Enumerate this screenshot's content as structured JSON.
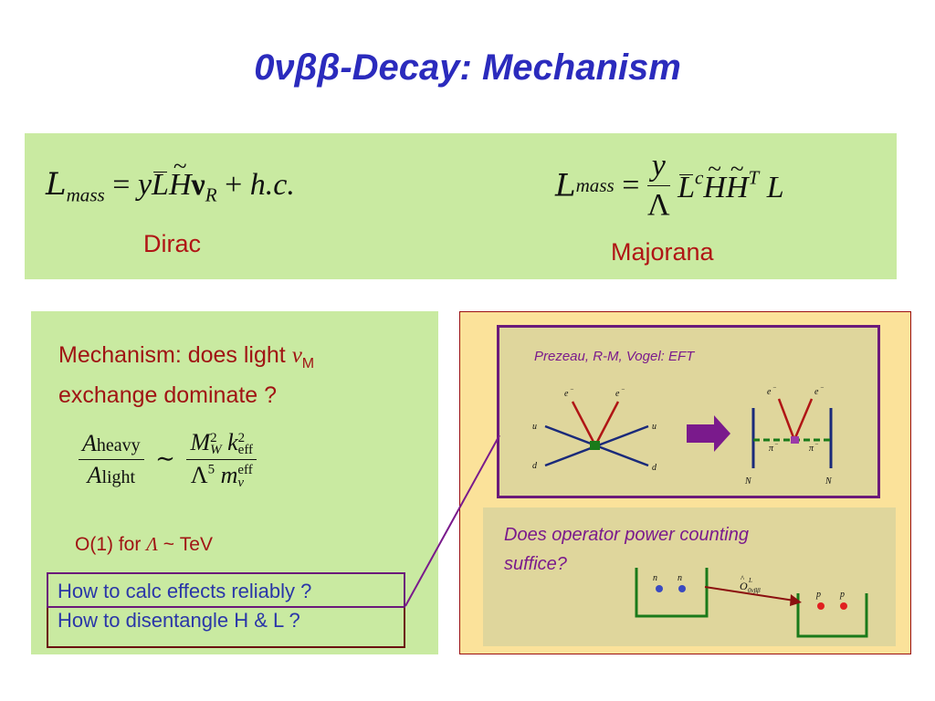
{
  "slide": {
    "title": "0νββ-Decay: Mechanism",
    "top_panel": {
      "dirac_label": "Dirac",
      "majorana_label": "Majorana",
      "dirac_equation": {
        "lhs": "L",
        "lhs_sub": "mass",
        "equals": "=",
        "y": "y",
        "L_bar": "L",
        "H_tilde": "H",
        "nu": "ν",
        "nu_sub": "R",
        "plus": "+",
        "hc": "h.c."
      },
      "majorana_equation": {
        "lhs": "L",
        "lhs_sub": "mass",
        "equals": "=",
        "frac_num": "y",
        "frac_den": "Λ",
        "L_bar": "L",
        "L_sup": "c",
        "H_tilde": "H",
        "H_tilde2": "H",
        "H_sup": "T",
        "L_end": "L"
      }
    },
    "left_panel": {
      "mechanism_line1": "Mechanism: does light ",
      "nu_symbol": "ν",
      "nu_sub": "M",
      "mechanism_line2": "exchange dominate ?",
      "ratio": {
        "num_A": "A",
        "num_sub": "heavy",
        "den_A": "A",
        "den_sub": "light",
        "sim": "∼",
        "rhs_num_M": "M",
        "rhs_num_M_sup": "2",
        "rhs_num_M_sub": "W",
        "rhs_num_k": "k",
        "rhs_num_k_sup": "2",
        "rhs_num_k_sub": "eff",
        "rhs_den_L": "Λ",
        "rhs_den_L_sup": "5",
        "rhs_den_m": "m",
        "rhs_den_m_sup": "eff",
        "rhs_den_m_sub": "ν"
      },
      "o1_prefix": "O(1) for ",
      "o1_lambda": "Λ",
      "o1_suffix": " ~ TeV",
      "question1": "How to calc effects reliably ?",
      "question2": "How to disentangle H & L ?"
    },
    "right_panel": {
      "eft_caption": "Prezeau, R-M, Vogel: EFT",
      "diagram_labels": {
        "e1": "e",
        "e2": "e",
        "e_sup": "−",
        "u1": "u",
        "u2": "u",
        "d1": "d",
        "d2": "d",
        "e3": "e",
        "e4": "e",
        "pi1": "π",
        "pi2": "π",
        "pi_sup": "−",
        "N1": "N",
        "N2": "N"
      },
      "power_question_line1": "Does operator power counting",
      "power_question_line2": "suffice?",
      "nucleon_labels": {
        "n1": "n",
        "n2": "n",
        "p1": "p",
        "p2": "p",
        "op_O": "O",
        "op_sup": "L",
        "op_sub": "0νββ"
      }
    },
    "colors": {
      "title_blue": "#2b2bbd",
      "panel_green": "#c9eaa1",
      "panel_yellow": "#fbe29a",
      "inner_tan": "#dfd69c",
      "label_red": "#b01515",
      "purple": "#6b1a7a",
      "question_blue": "#2a36a8"
    }
  }
}
